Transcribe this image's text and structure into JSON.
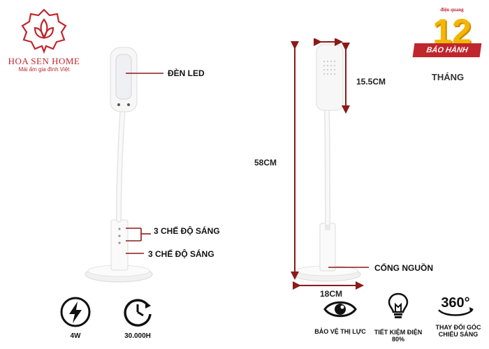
{
  "brand": {
    "name": "HOA SEN HOME",
    "tagline": "Mái ấm gia đình Việt"
  },
  "warranty": {
    "brand": "điện quang",
    "number": "12",
    "label": "BẢO HÀNH",
    "unit": "THÁNG"
  },
  "callouts": {
    "led": "ĐÈN LED",
    "mode_1": "3 CHẾ ĐỘ SÁNG",
    "mode_2": "3 CHẾ ĐỘ SÁNG",
    "port": "CỔNG NGUỒN"
  },
  "dimensions": {
    "head": "15.5CM",
    "height": "58CM",
    "base": "18CM"
  },
  "features_left": [
    {
      "icon": "lightning-icon",
      "label": "4W"
    },
    {
      "icon": "clock-icon",
      "label": "30.000H"
    }
  ],
  "features_right": [
    {
      "icon": "eye-icon",
      "label": "BẢO VỆ THỊ LỰC"
    },
    {
      "icon": "light-bulb-icon",
      "label": "TIẾT KIỆM ĐIỆN 80%"
    },
    {
      "icon": "rotate-360-icon",
      "label": "THAY ĐỔI GÓC CHIẾU SÁNG"
    }
  ],
  "colors": {
    "brand_red": "#c0262d",
    "dimension_line": "#8b1a1a",
    "warranty_gold": "#f2b705"
  }
}
